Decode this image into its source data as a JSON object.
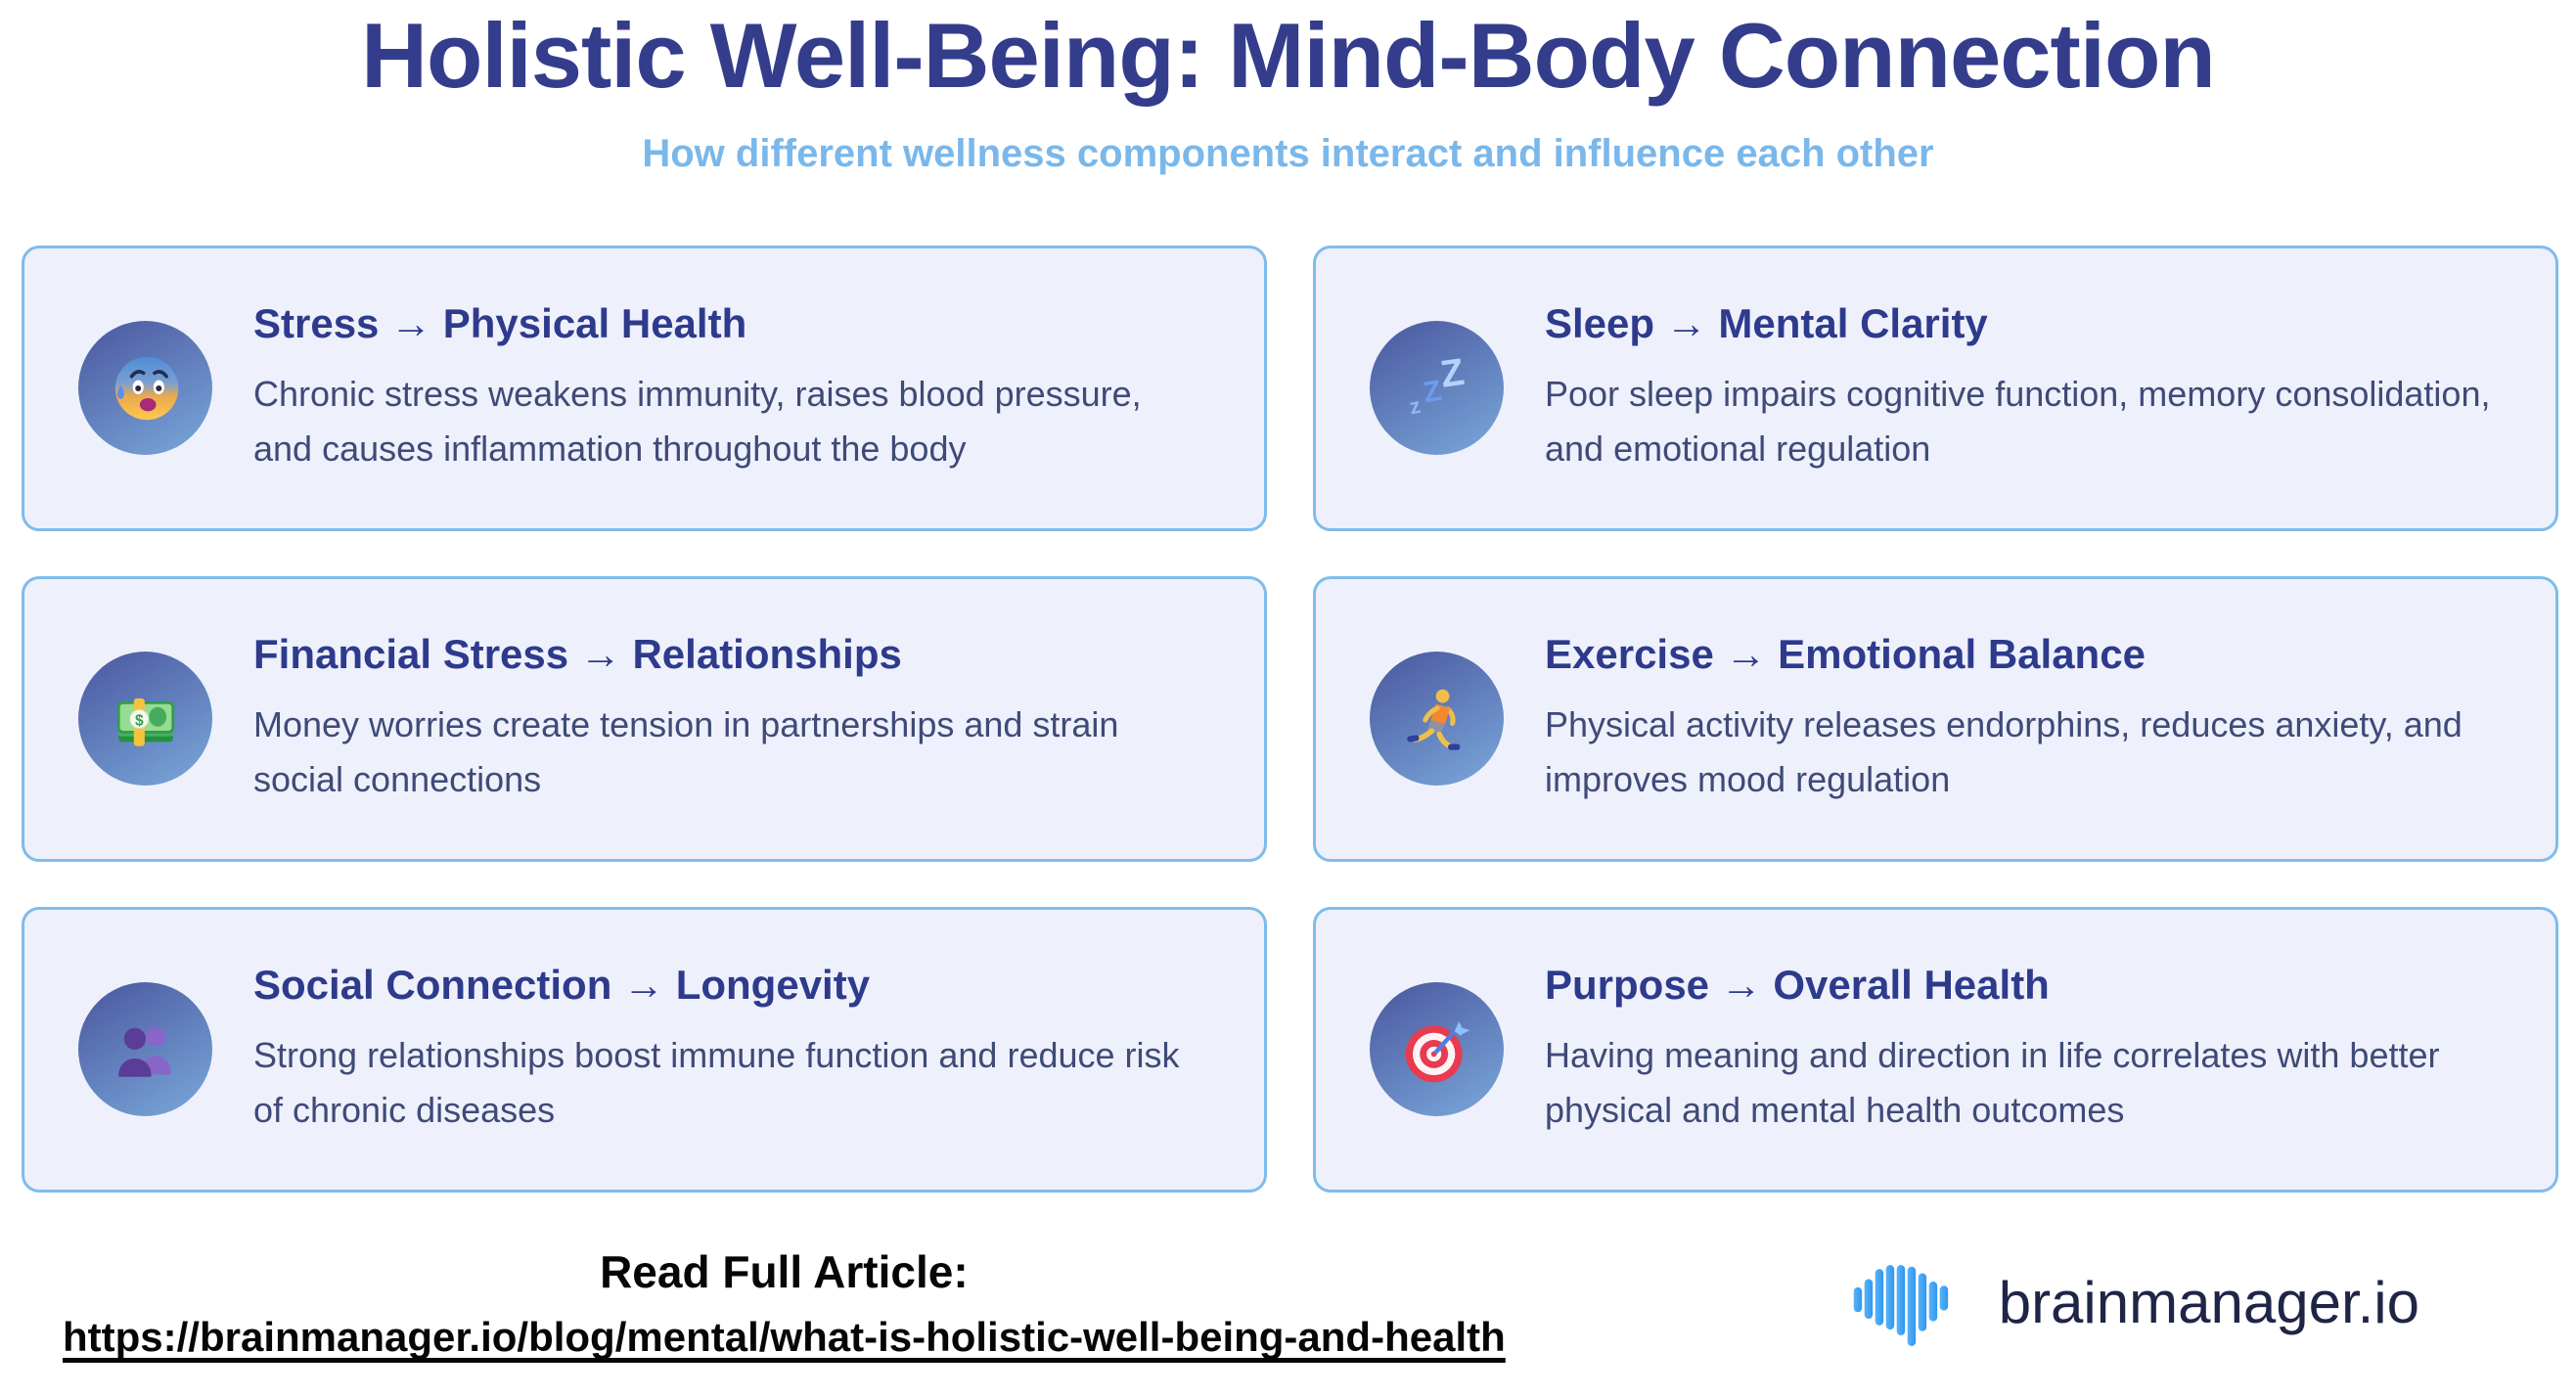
{
  "header": {
    "title": "Holistic Well-Being: Mind-Body Connection",
    "subtitle": "How different wellness components interact and influence each other"
  },
  "cards": [
    {
      "title": "Stress → Physical Health",
      "description": "Chronic stress weakens immunity, raises blood pressure, and causes inflammation throughout the body",
      "icon": "anxious-face-with-sweat-icon"
    },
    {
      "title": "Sleep → Mental Clarity",
      "description": "Poor sleep impairs cognitive function, memory consolidation, and emotional regulation",
      "icon": "sleeping-zzz-icon"
    },
    {
      "title": "Financial Stress → Relationships",
      "description": "Money worries create tension in partnerships and strain social connections",
      "icon": "dollar-banknote-icon"
    },
    {
      "title": "Exercise → Emotional Balance",
      "description": "Physical activity releases endorphins, reduces anxiety, and improves mood regulation",
      "icon": "person-running-icon"
    },
    {
      "title": "Social Connection → Longevity",
      "description": "Strong relationships boost immune function and reduce risk of chronic diseases",
      "icon": "busts-in-silhouette-icon"
    },
    {
      "title": "Purpose → Overall Health",
      "description": "Having meaning and direction in life correlates with better physical and mental health outcomes",
      "icon": "target-with-dart-icon"
    }
  ],
  "footer": {
    "read_label": "Read Full Article:",
    "url": "https://brainmanager.io/blog/mental/what-is-holistic-well-being-and-health"
  },
  "brand": {
    "name": "brainmanager.io",
    "icon": "brain-waveform-icon"
  },
  "colors": {
    "title_color": "#343d8c",
    "subtitle_color": "#7ab7ea",
    "card_bg": "#eef1fb",
    "card_border": "#7fbcec",
    "card_title": "#2e3a8c",
    "card_text": "#3f4a78",
    "circle_start": "#4a569e",
    "circle_end": "#7aa9db",
    "brand_navy": "#1e2546",
    "logo_blue": "#35a0f3"
  }
}
